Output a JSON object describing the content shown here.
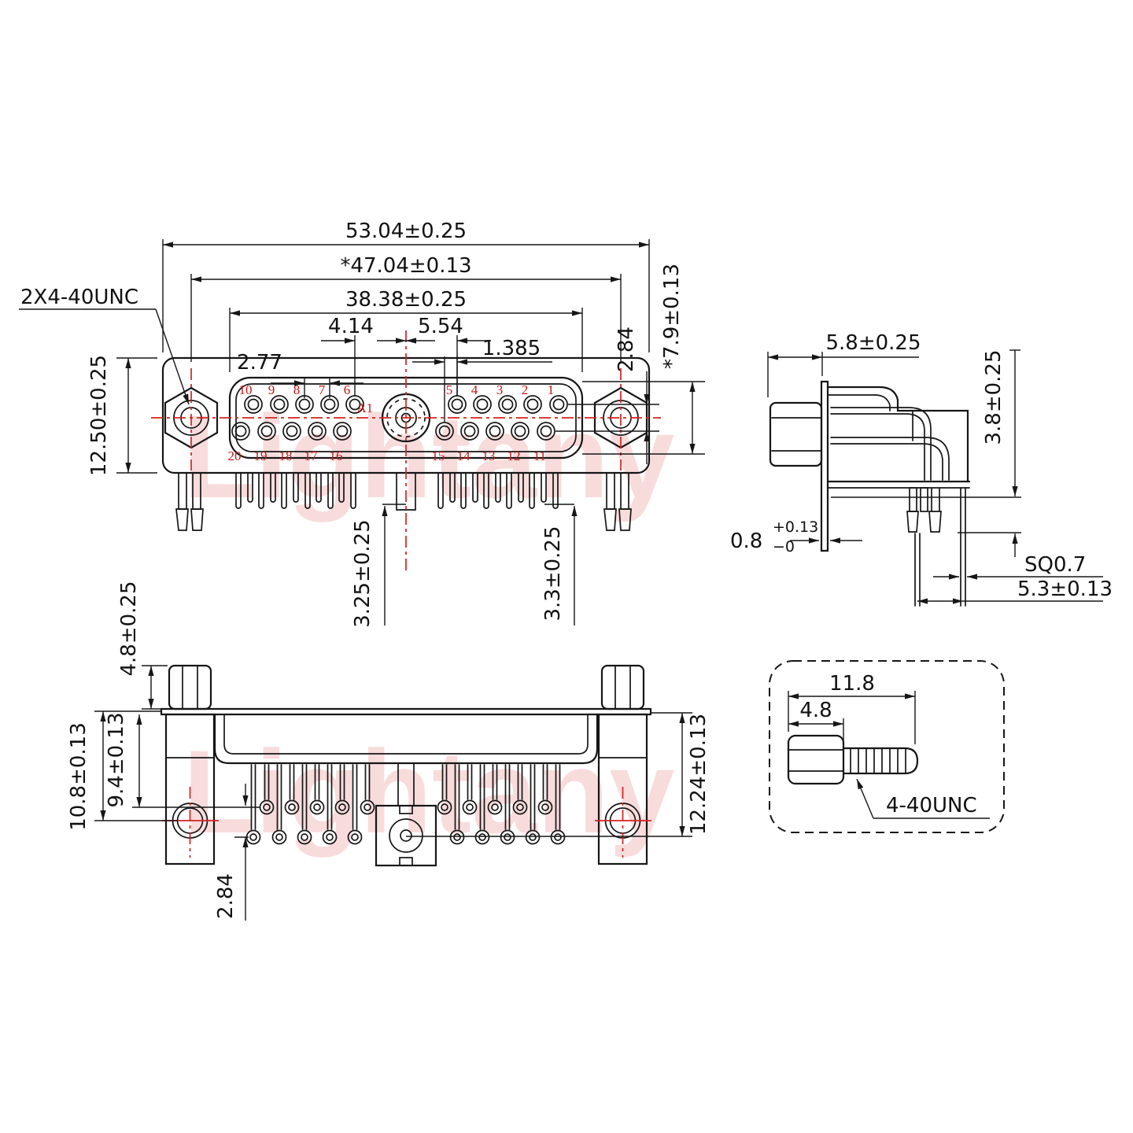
{
  "drawing": {
    "watermark": "Lightany",
    "colors": {
      "line": "#161616",
      "accent_red": "#d42222",
      "pin_number_red": "#cc1515",
      "watermark_pink": "#efaeae",
      "background": "#ffffff"
    },
    "front_view": {
      "thread_label": "2X4-40UNC",
      "coax_label": "A1",
      "pins_top": [
        "10",
        "9",
        "8",
        "7",
        "6",
        "5",
        "4",
        "3",
        "2",
        "1"
      ],
      "pins_bottom": [
        "20",
        "19",
        "18",
        "17",
        "16",
        "15",
        "14",
        "13",
        "12",
        "11"
      ],
      "dims": {
        "body_width": "53.04±0.25",
        "mount_spacing": "*47.04±0.13",
        "shroud_width": "38.38±0.25",
        "coax_left_gap": "4.14",
        "coax_right_gap": "5.54",
        "pin_pitch": "2.77",
        "row_stagger": "1.385",
        "row_spacing": "2.84",
        "footprint_height": "*7.9±0.13",
        "body_height": "12.50±0.25",
        "tail_length_center": "3.25±0.25",
        "tail_length_right": "3.3±0.25"
      }
    },
    "side_view": {
      "dims": {
        "front_depth": "5.8±0.25",
        "bracket_height": "3.8±0.25",
        "flange_thickness": "0.8",
        "flange_tol_plus": "+0.13",
        "flange_tol_minus": "−0",
        "pin_square": "SQ0.7",
        "pin_offset": "5.3±0.13"
      }
    },
    "bottom_view": {
      "dims": {
        "nut_height": "4.8±0.25",
        "jack_center_depth": "10.8±0.13",
        "first_row_depth": "9.4±0.13",
        "row_spacing": "2.84",
        "pad_row_depth": "12.24±0.13"
      }
    },
    "screw_detail": {
      "thread_label": "4-40UNC",
      "dims": {
        "total_length": "11.8",
        "head_length": "4.8"
      }
    }
  }
}
